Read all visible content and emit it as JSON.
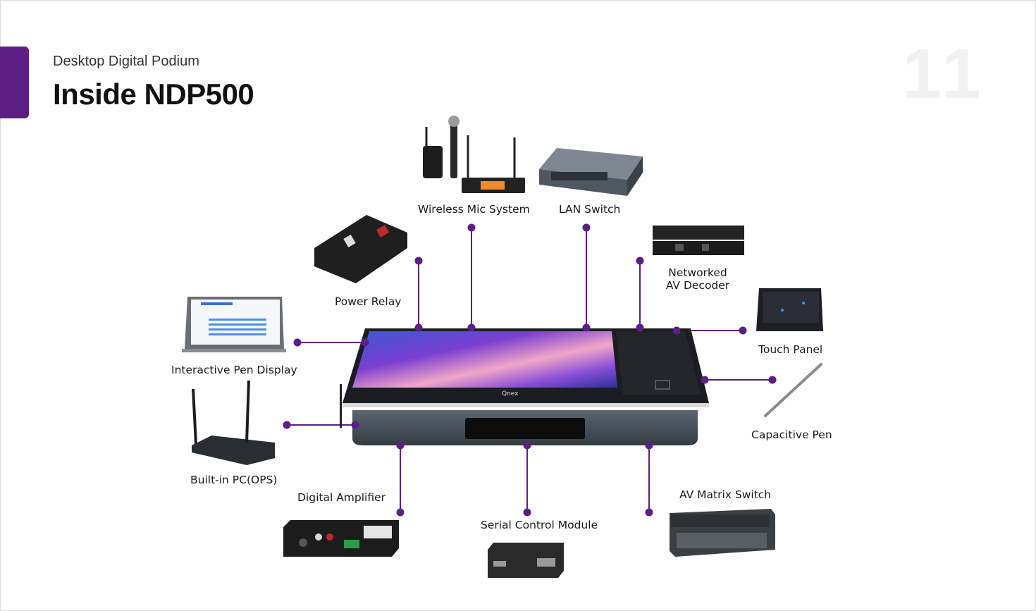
{
  "header": {
    "subtitle": "Desktop Digital Podium",
    "title": "Inside NDP500",
    "page_number": "11"
  },
  "colors": {
    "accent": "#5b1f86",
    "connector": "#5b1f86"
  },
  "components": {
    "wireless_mic": "Wireless Mic System",
    "lan_switch": "LAN Switch",
    "power_relay": "Power Relay",
    "av_decoder_line1": "Networked",
    "av_decoder_line2": "AV Decoder",
    "touch_panel": "Touch Panel",
    "pen_display": "Interactive Pen Display",
    "capacitive_pen": "Capacitive Pen",
    "ops_pc": "Built-in PC(OPS)",
    "digital_amplifier": "Digital Amplifier",
    "serial_control": "Serial Control Module",
    "av_matrix": "AV Matrix Switch"
  },
  "podium": {
    "brand_text": "Qnex"
  }
}
